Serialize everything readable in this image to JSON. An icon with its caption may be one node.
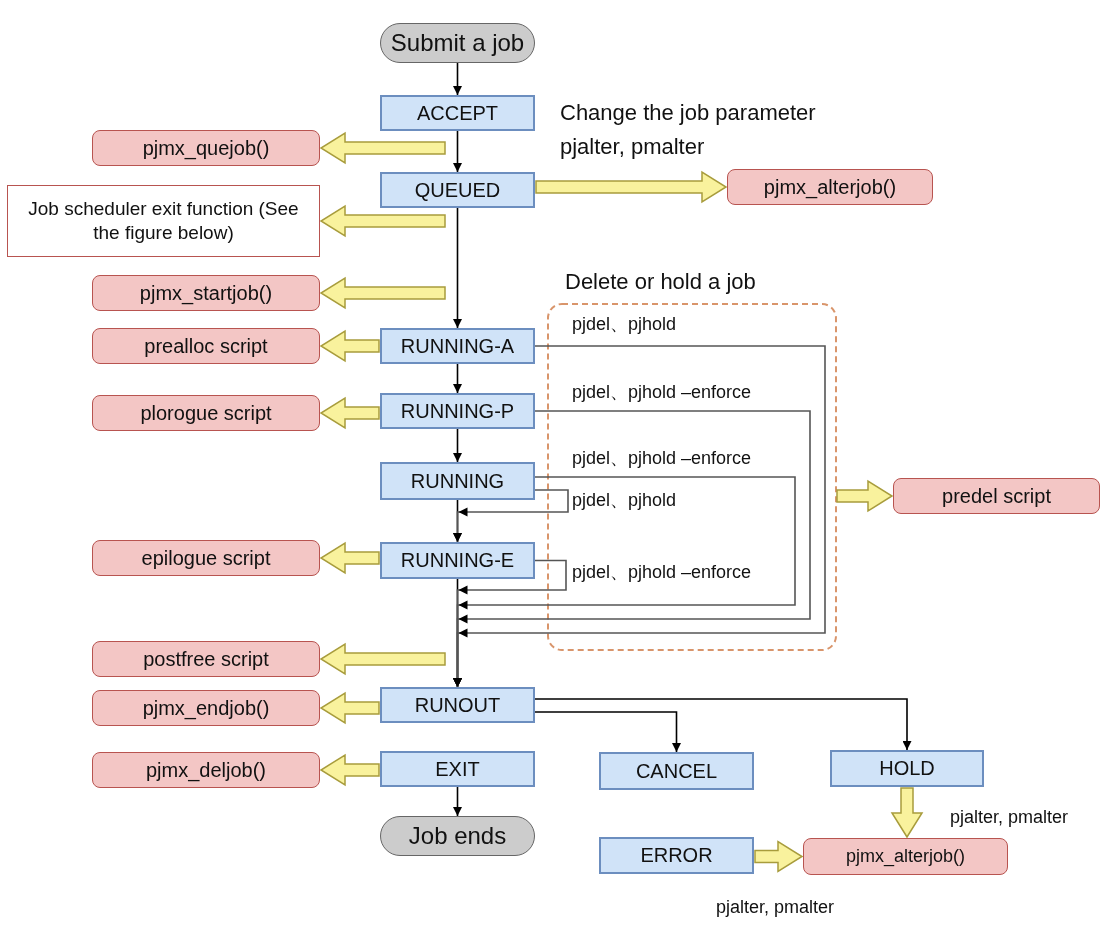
{
  "diagram": {
    "nodes": [
      {
        "text": [
          "Submit a job"
        ]
      },
      {
        "text": [
          "ACCEPT"
        ]
      },
      {
        "text": [
          "pjmx_quejob()"
        ]
      },
      {
        "text": [
          "QUEUED"
        ]
      },
      {
        "text": [
          "pjmx_alterjob()"
        ]
      },
      {
        "text": [
          "Job scheduler exit function (See the figure below)"
        ]
      },
      {
        "text": [
          "pjmx_startjob()"
        ]
      },
      {
        "text": [
          "RUNNING-A"
        ]
      },
      {
        "text": [
          "prealloc script"
        ]
      },
      {
        "text": [
          "RUNNING-P"
        ]
      },
      {
        "text": [
          "plorogue script"
        ]
      },
      {
        "text": [
          "RUNNING"
        ]
      },
      {
        "text": [
          "predel script"
        ]
      },
      {
        "text": [
          "epilogue script"
        ]
      },
      {
        "text": [
          "RUNNING-E"
        ]
      },
      {
        "text": [
          "postfree script"
        ]
      },
      {
        "text": [
          "RUNOUT"
        ]
      },
      {
        "text": [
          "pjmx_endjob()"
        ]
      },
      {
        "text": [
          "EXIT"
        ]
      },
      {
        "text": [
          "CANCEL"
        ]
      },
      {
        "text": [
          "HOLD"
        ]
      },
      {
        "text": [
          "pjmx_deljob()"
        ]
      },
      {
        "text": [
          "Job ends"
        ]
      },
      {
        "text": [
          "ERROR"
        ]
      },
      {
        "text": [
          "pjmx_alterjob()"
        ]
      }
    ],
    "edges": [
      {
        "from": 0,
        "to": 1,
        "arrow": "to"
      },
      {
        "from": 1,
        "to": 3,
        "arrow": "to"
      },
      {
        "from": 3,
        "to": 7,
        "arrow": "to"
      },
      {
        "from": 7,
        "to": 9,
        "arrow": "to"
      },
      {
        "from": 9,
        "to": 11,
        "arrow": "to"
      },
      {
        "from": 11,
        "to": 14,
        "arrow": "to"
      },
      {
        "from": 14,
        "to": 16,
        "arrow": "to"
      },
      {
        "from": 18,
        "to": 22,
        "arrow": "to"
      },
      {
        "from": 16,
        "to": 19,
        "arrow": "to"
      },
      {
        "from": 16,
        "to": 20,
        "arrow": "to"
      },
      {
        "from": 7,
        "to": 16,
        "arrow": "to",
        "label": "pjdel、pjhold",
        "color": "#555555"
      },
      {
        "from": 9,
        "to": 16,
        "arrow": "to",
        "label": "pjdel、pjhold –enforce",
        "color": "#555555"
      },
      {
        "from": 11,
        "to": 16,
        "arrow": "to",
        "label": "pjdel、pjhold –enforce",
        "color": "#555555"
      },
      {
        "from": 11,
        "to": 14,
        "arrow": "to",
        "label": "pjdel、pjhold",
        "color": "#555555"
      },
      {
        "from": 14,
        "to": 16,
        "arrow": "to",
        "label": "pjdel、pjhold –enforce",
        "color": "#555555"
      },
      {
        "from": null,
        "to": 2,
        "arrow": "to",
        "style": "thick",
        "color": "#f9f29d"
      },
      {
        "from": 3,
        "to": 4,
        "arrow": "to",
        "label": "Change the job parameter pjalter, pmalter",
        "style": "thick",
        "color": "#f9f29d"
      },
      {
        "from": null,
        "to": 5,
        "arrow": "to",
        "style": "thick",
        "color": "#f9f29d"
      },
      {
        "from": null,
        "to": 6,
        "arrow": "to",
        "style": "thick",
        "color": "#f9f29d"
      },
      {
        "from": 7,
        "to": 8,
        "arrow": "to",
        "style": "thick",
        "color": "#f9f29d"
      },
      {
        "from": 9,
        "to": 10,
        "arrow": "to",
        "style": "thick",
        "color": "#f9f29d"
      },
      {
        "from": null,
        "to": 12,
        "arrow": "to",
        "style": "thick",
        "color": "#f9f29d"
      },
      {
        "from": 14,
        "to": 13,
        "arrow": "to",
        "style": "thick",
        "color": "#f9f29d"
      },
      {
        "from": null,
        "to": 15,
        "arrow": "to",
        "style": "thick",
        "color": "#f9f29d"
      },
      {
        "from": 16,
        "to": 17,
        "arrow": "to",
        "style": "thick",
        "color": "#f9f29d"
      },
      {
        "from": 18,
        "to": 21,
        "arrow": "to",
        "style": "thick",
        "color": "#f9f29d"
      },
      {
        "from": 20,
        "to": 24,
        "arrow": "to",
        "label": "pjalter, pmalter",
        "style": "thick",
        "color": "#f9f29d"
      },
      {
        "from": 23,
        "to": 24,
        "arrow": "to",
        "label": "pjalter, pmalter",
        "style": "thick",
        "color": "#f9f29d"
      }
    ],
    "labels": [
      "Delete or hold a job"
    ]
  }
}
